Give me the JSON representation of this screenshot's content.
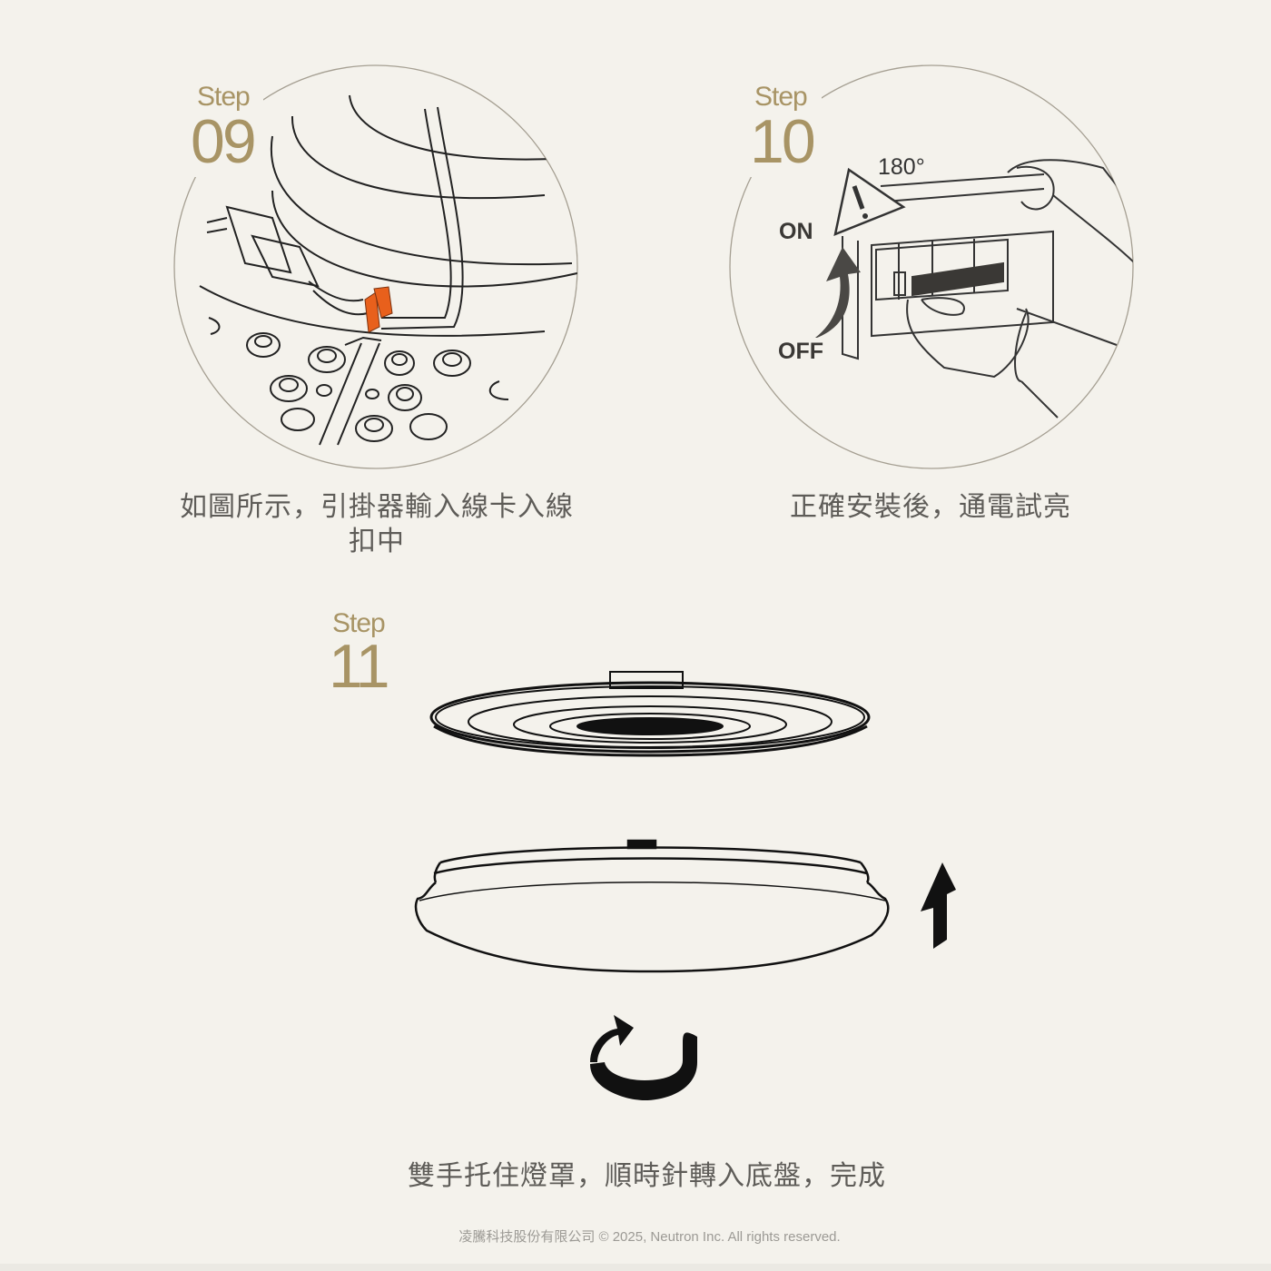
{
  "steps": [
    {
      "label": "Step",
      "number": "09",
      "caption_line1": "如圖所示，引掛器輸入線卡入線",
      "caption_line2": "扣中",
      "illustration": "wire-clip-diagram"
    },
    {
      "label": "Step",
      "number": "10",
      "caption_line1": "正確安裝後，通電試亮",
      "illustration": "breaker-switch-diagram",
      "labels": {
        "angle": "180°",
        "on": "ON",
        "off": "OFF"
      }
    },
    {
      "label": "Step",
      "number": "11",
      "caption_line1": "雙手托住燈罩，順時針轉入底盤，完成",
      "illustration": "lamp-cover-rotation-diagram"
    }
  ],
  "footer": {
    "copyright": "凌騰科技股份有限公司 © 2025, Neutron Inc. All rights reserved."
  },
  "colors": {
    "background": "#f4f2ec",
    "accent_gold": "#a89465",
    "caption_text": "#5e5c58",
    "clip_orange": "#e8601c",
    "line_dark": "#222222",
    "circle_outline": "#a59f92"
  }
}
